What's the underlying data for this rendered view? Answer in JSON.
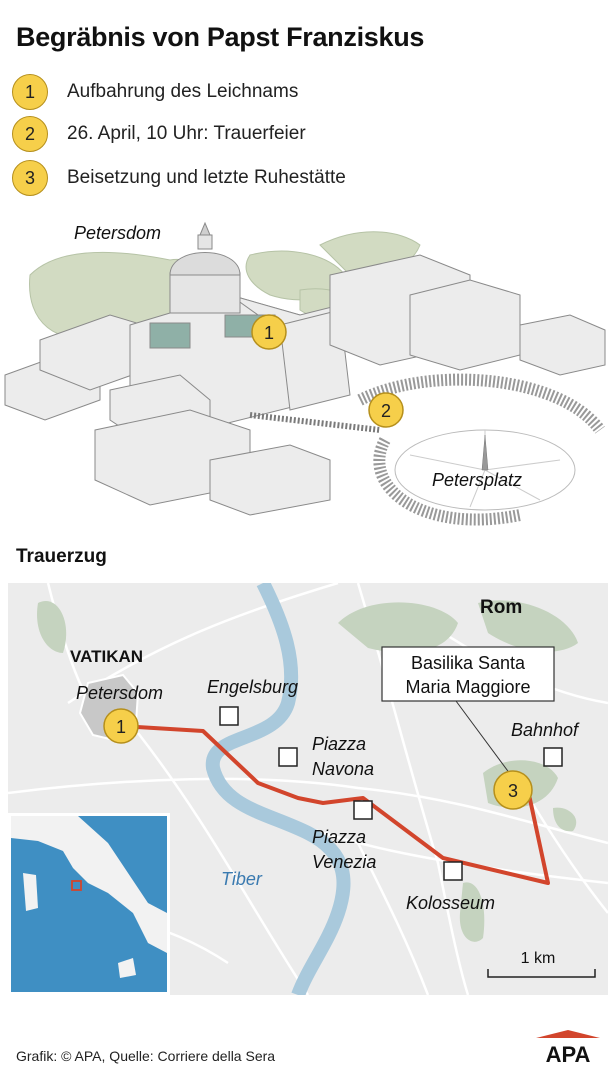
{
  "title": "Begräbnis von Papst Franziskus",
  "legend": [
    {
      "num": "1",
      "text": "Aufbahrung des Leichnams"
    },
    {
      "num": "2",
      "text": "26. April, 10 Uhr: Trauerfeier"
    },
    {
      "num": "3",
      "text": "Beisetzung und letzte Ruhestätte"
    }
  ],
  "illustration": {
    "petersdom_label": "Petersdom",
    "petersplatz_label": "Petersplatz",
    "marker_1": "1",
    "marker_2": "2"
  },
  "section_title": "Trauerzug",
  "map": {
    "city": "Rom",
    "vatican": "VATIKAN",
    "petersdom": "Petersdom",
    "engelsburg": "Engelsburg",
    "piazza_navona_1": "Piazza",
    "piazza_navona_2": "Navona",
    "piazza_venezia_1": "Piazza",
    "piazza_venezia_2": "Venezia",
    "tiber": "Tiber",
    "kolosseum": "Kolosseum",
    "bahnhof": "Bahnhof",
    "callout_line1": "Basilika Santa",
    "callout_line2": "Maria Maggiore",
    "scale": "1 km",
    "marker_1": "1",
    "marker_3": "3",
    "route_color": "#d2452c",
    "river_color": "#a9c9dc",
    "park_color": "#c5d3bf",
    "inset_sea_color": "#3f8fc3"
  },
  "footer": "Grafik: © APA, Quelle: Corriere della Sera",
  "logo_text": "APA"
}
